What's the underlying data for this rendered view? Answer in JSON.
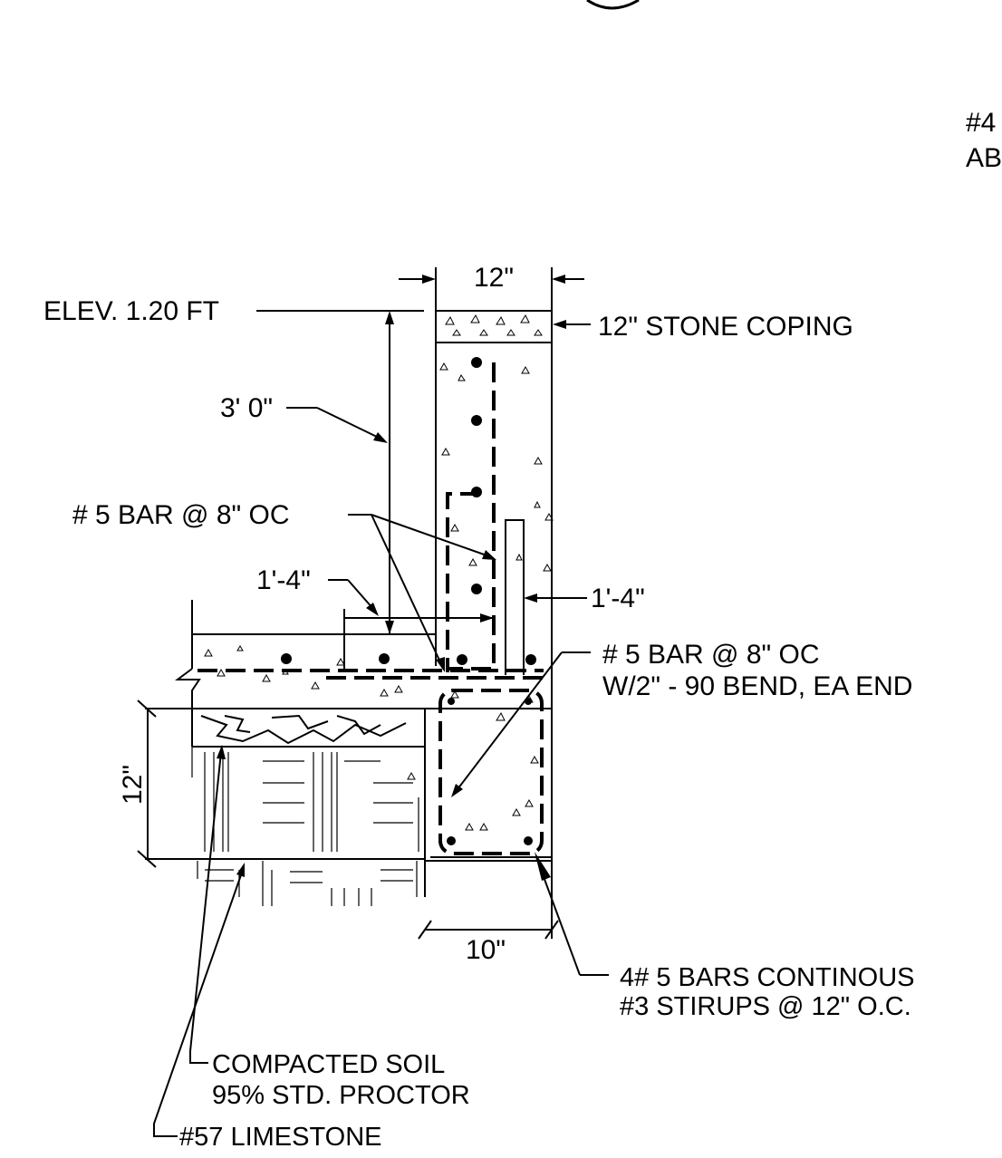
{
  "labels": {
    "top_dim": "12\"",
    "elev": "ELEV. 1.20 FT",
    "stone_coping": "12\" STONE COPING",
    "wall_height": "3' 0\"",
    "bar_spacing_1": "# 5 BAR @ 8\" OC",
    "left_dim_1": "1'-4\"",
    "right_dim_1": "1'-4\"",
    "bar_bend_line1": "# 5 BAR @ 8\" OC",
    "bar_bend_line2": "W/2\" - 90  BEND, EA END",
    "footing_height": "12\"",
    "footing_width": "10\"",
    "continuous_line1": "4# 5 BARS CONTINOUS",
    "continuous_line2": "#3 STIRUPS @ 12\" O.C.",
    "soil_line1": "COMPACTED SOIL",
    "soil_line2": "95% STD. PROCTOR",
    "limestone": "#57 LIMESTONE",
    "corner_line1": "#4",
    "corner_line2": "AB"
  }
}
